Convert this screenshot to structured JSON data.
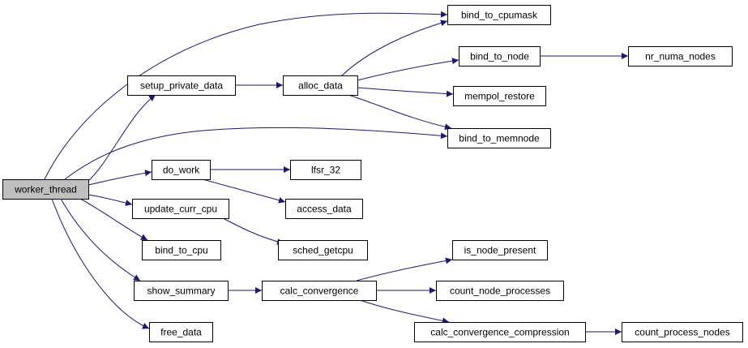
{
  "graph": {
    "edge_color": "#191970",
    "node_fill": "#ffffff",
    "root_fill": "#bfbfbf",
    "node_stroke": "#000000",
    "nodes": [
      {
        "id": "worker_thread",
        "label": "worker_thread",
        "root": true
      },
      {
        "id": "bind_to_cpumask",
        "label": "bind_to_cpumask"
      },
      {
        "id": "setup_private_data",
        "label": "setup_private_data"
      },
      {
        "id": "alloc_data",
        "label": "alloc_data"
      },
      {
        "id": "bind_to_node",
        "label": "bind_to_node"
      },
      {
        "id": "nr_numa_nodes",
        "label": "nr_numa_nodes"
      },
      {
        "id": "mempol_restore",
        "label": "mempol_restore"
      },
      {
        "id": "bind_to_memnode",
        "label": "bind_to_memnode"
      },
      {
        "id": "do_work",
        "label": "do_work"
      },
      {
        "id": "lfsr_32",
        "label": "lfsr_32"
      },
      {
        "id": "access_data",
        "label": "access_data"
      },
      {
        "id": "update_curr_cpu",
        "label": "update_curr_cpu"
      },
      {
        "id": "sched_getcpu",
        "label": "sched_getcpu"
      },
      {
        "id": "bind_to_cpu",
        "label": "bind_to_cpu"
      },
      {
        "id": "show_summary",
        "label": "show_summary"
      },
      {
        "id": "calc_convergence",
        "label": "calc_convergence"
      },
      {
        "id": "is_node_present",
        "label": "is_node_present"
      },
      {
        "id": "count_node_processes",
        "label": "count_node_processes"
      },
      {
        "id": "calc_convergence_compression",
        "label": "calc_convergence_compression"
      },
      {
        "id": "count_process_nodes",
        "label": "count_process_nodes"
      },
      {
        "id": "free_data",
        "label": "free_data"
      }
    ],
    "edges": [
      {
        "from": "worker_thread",
        "to": "bind_to_cpumask"
      },
      {
        "from": "worker_thread",
        "to": "setup_private_data"
      },
      {
        "from": "worker_thread",
        "to": "bind_to_memnode"
      },
      {
        "from": "worker_thread",
        "to": "do_work"
      },
      {
        "from": "worker_thread",
        "to": "update_curr_cpu"
      },
      {
        "from": "worker_thread",
        "to": "bind_to_cpu"
      },
      {
        "from": "worker_thread",
        "to": "show_summary"
      },
      {
        "from": "worker_thread",
        "to": "free_data"
      },
      {
        "from": "setup_private_data",
        "to": "alloc_data"
      },
      {
        "from": "alloc_data",
        "to": "bind_to_cpumask"
      },
      {
        "from": "alloc_data",
        "to": "bind_to_node"
      },
      {
        "from": "alloc_data",
        "to": "mempol_restore"
      },
      {
        "from": "alloc_data",
        "to": "bind_to_memnode"
      },
      {
        "from": "bind_to_node",
        "to": "nr_numa_nodes"
      },
      {
        "from": "do_work",
        "to": "lfsr_32"
      },
      {
        "from": "do_work",
        "to": "access_data"
      },
      {
        "from": "update_curr_cpu",
        "to": "sched_getcpu"
      },
      {
        "from": "show_summary",
        "to": "calc_convergence"
      },
      {
        "from": "calc_convergence",
        "to": "is_node_present"
      },
      {
        "from": "calc_convergence",
        "to": "count_node_processes"
      },
      {
        "from": "calc_convergence",
        "to": "calc_convergence_compression"
      },
      {
        "from": "calc_convergence_compression",
        "to": "count_process_nodes"
      }
    ]
  }
}
